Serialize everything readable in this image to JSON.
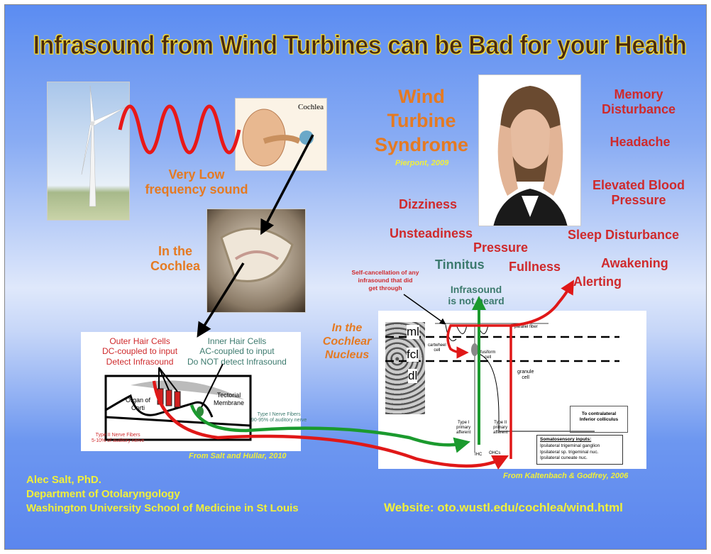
{
  "title": "Infrasound from Wind Turbines can be Bad for your Health",
  "left": {
    "sound_label": [
      "Very Low",
      "frequency sound"
    ],
    "ear_label": "Cochlea",
    "cochlea_label": [
      "In the",
      "Cochlea"
    ],
    "hair_cells": {
      "outer": [
        "Outer Hair Cells",
        "DC-coupled to input",
        "Detect Infrasound"
      ],
      "inner": [
        "Inner Hair Cells",
        "AC-coupled to input",
        "Do NOT detect Infrasound"
      ],
      "organ": [
        "Organ of",
        "Corti"
      ],
      "tectorial": [
        "Tectorial",
        "Membrane"
      ],
      "type1": [
        "Type I  Nerve Fibers",
        "90-95% of auditory nerve"
      ],
      "type2": [
        "Type II  Nerve Fibers",
        "5-10% of auditory nerve"
      ],
      "citation": "From Salt and Hullar, 2010"
    }
  },
  "syndrome": {
    "title": [
      "Wind",
      "Turbine",
      "Syndrome"
    ],
    "citation": "Pierpont, 2009"
  },
  "symptoms": {
    "memory": [
      "Memory",
      "Disturbance"
    ],
    "headache": "Headache",
    "blood": [
      "Elevated Blood",
      "Pressure"
    ],
    "dizziness": "Dizziness",
    "unsteadiness": "Unsteadiness",
    "sleep": "Sleep Disturbance",
    "pressure": "Pressure",
    "tinnitus": "Tinnitus",
    "fullness": "Fullness",
    "awakening": "Awakening",
    "alerting": "Alerting"
  },
  "nucleus": {
    "self_cancel": [
      "Self-cancellation of any",
      "infrasound that did",
      "get through"
    ],
    "not_heard": [
      "Infrasound",
      "is not heard"
    ],
    "label": [
      "In the",
      "Cochlear",
      "Nucleus"
    ],
    "layers": [
      "ml",
      "fcl",
      "dl"
    ],
    "cells": {
      "parallel": "parallel fiber",
      "cartwheel": [
        "cartwheel",
        "cell"
      ],
      "fusiform": [
        "fusiform",
        "cell"
      ],
      "granule": [
        "granule",
        "cell"
      ],
      "type1": [
        "Type I",
        "primary",
        "afferent"
      ],
      "type2": [
        "Type II",
        "primary",
        "afferent"
      ],
      "ihc": "IHC",
      "ohcs": "OHCs"
    },
    "colliculus": [
      "To contralateral",
      "Inferior colliculus"
    ],
    "somato": {
      "title": "Somatosensory inputs:",
      "items": [
        "Ipsilateral trigeminal ganglion",
        "Ipsilateral sp. trigeminal nuc.",
        "Ipsilateral cuneate nuc."
      ]
    },
    "citation": "From Kaltenbach & Godfrey, 2006"
  },
  "footer": {
    "author": [
      "Alec Salt, PhD.",
      "Department of Otolaryngology",
      "Washington University School of Medicine in St Louis"
    ],
    "website": "Website: oto.wustl.edu/cochlea/wind.html"
  },
  "colors": {
    "orange": "#e57a22",
    "red": "#cf2a2c",
    "teal": "#3c7a6e",
    "yellow": "#f1f03a",
    "title": "#4b2a0e"
  }
}
